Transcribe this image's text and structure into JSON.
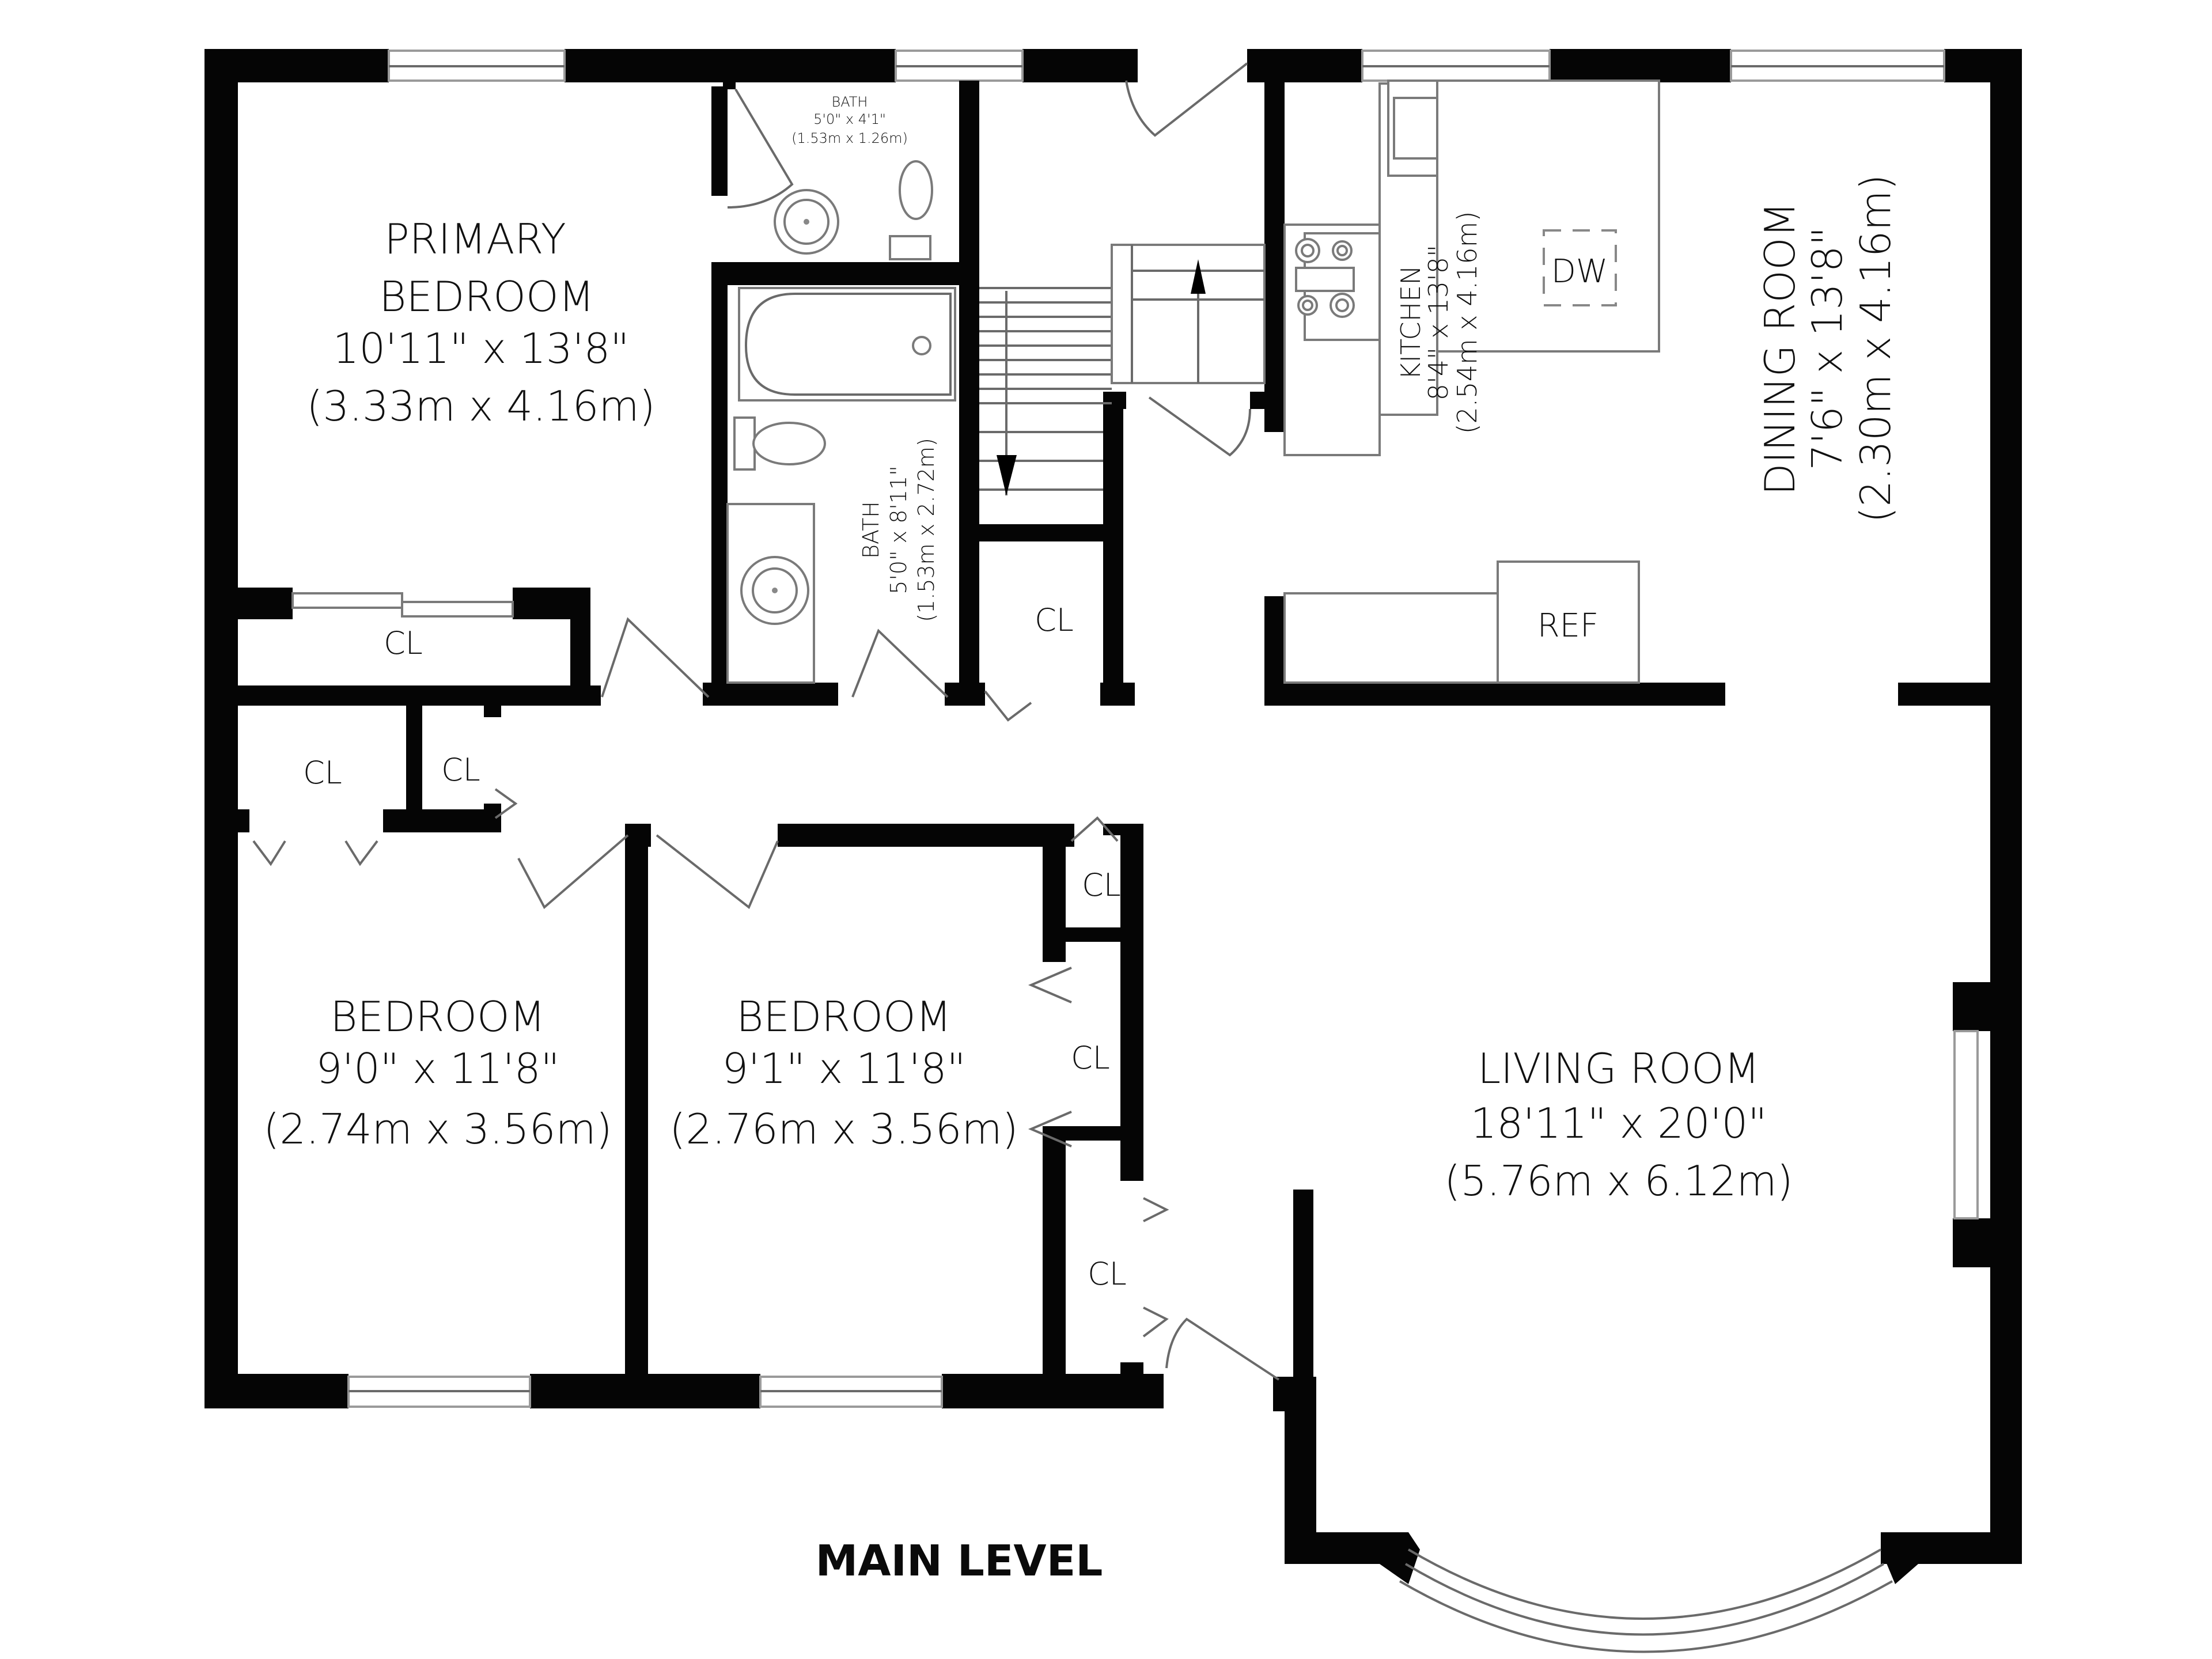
{
  "plan": {
    "level_title": "MAIN LEVEL",
    "colors": {
      "wall": "#050505",
      "fixture_line": "#7a7a7a",
      "background": "#ffffff"
    }
  },
  "rooms": {
    "primary_bedroom": {
      "name_line1": "PRIMARY",
      "name_line2": "BEDROOM",
      "imperial": "10'11\" x 13'8\"",
      "metric": "(3.33m x 4.16m)"
    },
    "ensuite_bath": {
      "name": "BATH",
      "imperial": "5'0\" x 4'1\"",
      "metric": "(1.53m x 1.26m)"
    },
    "main_bath": {
      "name": "BATH",
      "imperial": "5'0\" x 8'11\"",
      "metric": "(1.53m x 2.72m)"
    },
    "kitchen": {
      "name": "KITCHEN",
      "imperial": "8'4\" x 13'8\"",
      "metric": "(2.54m x 4.16m)"
    },
    "dining_room": {
      "name": "DINING ROOM",
      "imperial": "7'6\" x 13'8\"",
      "metric": "(2.30m x 4.16m)"
    },
    "bedroom_2": {
      "name": "BEDROOM",
      "imperial": "9'0\" x 11'8\"",
      "metric": "(2.74m x 3.56m)"
    },
    "bedroom_3": {
      "name": "BEDROOM",
      "imperial": "9'1\" x 11'8\"",
      "metric": "(2.76m x 3.56m)"
    },
    "living_room": {
      "name": "LIVING ROOM",
      "imperial": "18'11\" x 20'0\"",
      "metric": "(5.76m x 6.12m)"
    }
  },
  "closets": [
    {
      "id": "primary",
      "label": "CL"
    },
    {
      "id": "hall-stair",
      "label": "CL"
    },
    {
      "id": "bedroom2-a",
      "label": "CL"
    },
    {
      "id": "bedroom2-b",
      "label": "CL"
    },
    {
      "id": "bedroom3-small",
      "label": "CL"
    },
    {
      "id": "bedroom3-mid",
      "label": "CL"
    },
    {
      "id": "entry",
      "label": "CL"
    }
  ],
  "appliances": {
    "dishwasher": "DW",
    "refrigerator": "REF"
  }
}
